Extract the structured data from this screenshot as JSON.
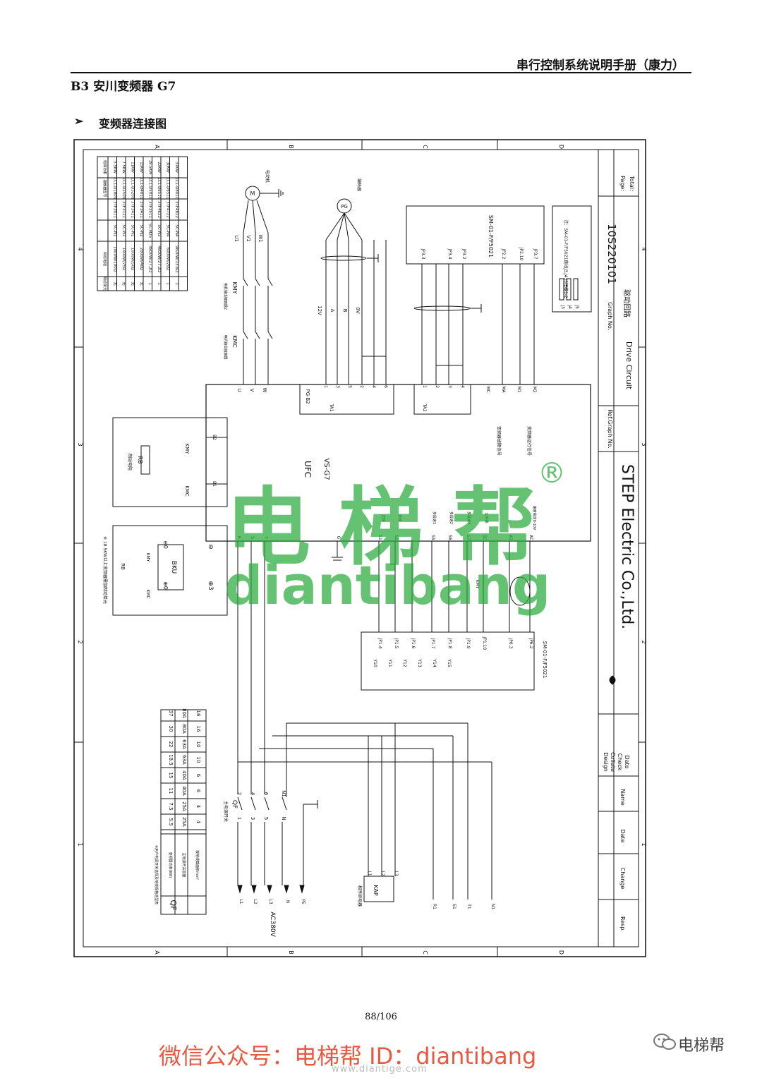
{
  "header": {
    "manual_title": "串行控制系统说明手册（康力）"
  },
  "section": {
    "title": "B3  安川变频器 G7"
  },
  "bullet": {
    "symbol": "➢",
    "text": "变频器连接图"
  },
  "diagram": {
    "zone_letters": [
      "A",
      "B",
      "C",
      "D"
    ],
    "zone_numbers": [
      "4",
      "3",
      "2",
      "1"
    ],
    "inverter": {
      "name": "UFC",
      "model": "VS-G7"
    },
    "terminals_top": [
      "U",
      "V",
      "W"
    ],
    "pg_block": {
      "label": "PG-B2",
      "ta": "TA1",
      "pins": [
        "1",
        "3",
        "5",
        "2",
        "4",
        "6"
      ]
    },
    "ta2_block": {
      "label": "TA2",
      "pins": [
        "1",
        "2",
        "3",
        "4"
      ]
    },
    "fault_contacts": [
      "MC",
      "MA",
      "M1",
      "M2"
    ],
    "fault_labels": [
      "变频器故障信号",
      "变频器运行信号"
    ],
    "brake_terminals": [
      "B2",
      "B1"
    ],
    "bottom_terminals": [
      "R",
      "S",
      "T",
      "G",
      "S1",
      "S2",
      "S5",
      "S6",
      "S7",
      "SC",
      "A1",
      "AC"
    ],
    "input_labels": [
      "正转",
      "反转",
      "多段速1",
      "多段速2",
      "多段速3",
      "公共端",
      "速度给定0-10V"
    ],
    "motor": {
      "symbol": "M",
      "label": "电动机",
      "leads": [
        "U1",
        "V1",
        "W1"
      ]
    },
    "encoder": {
      "symbol": "PG",
      "label": "编码器",
      "wires": [
        "12V",
        "A",
        "B",
        "0V"
      ]
    },
    "contactors": {
      "kmy": "KMY",
      "kmc": "KMC",
      "kmy_label": "电机输出接触器2",
      "kmc_label": "电机输出接触器"
    },
    "controller_top": {
      "name": "SM-01-F/F5021",
      "pins": [
        "JP3.3",
        "JP3.4",
        "JP3.2",
        "JP2.2",
        "JP2.10",
        "JP3.7"
      ]
    },
    "jumper_note": "注：SM-01-F/F5021跳线J3,J4,J5短接1-2",
    "jumper_labels": [
      "J3",
      "J4",
      "J5"
    ],
    "controller_bottom": {
      "name": "SM-01-F/F5021",
      "pins": [
        "JP1.4",
        "JP1.5",
        "JP1.6",
        "JP1.7",
        "JP1.8",
        "JP1.9",
        "JP1.10",
        "JP6.3",
        "JP6.2"
      ],
      "outputs": [
        "Y10",
        "Y11",
        "Y12",
        "Y13",
        "Y14",
        "Y15"
      ]
    },
    "brake_resistor": {
      "label": "制动电阻",
      "symbol": "RB",
      "kmy": "KMY",
      "kmc": "KMC"
    },
    "brake_unit": {
      "label": "BKU",
      "note": "※  18.5KW以上变频器需加制动单元",
      "rb": "RB",
      "plus0": "⊕0",
      "minus0": "⊖0",
      "minus": "⊖",
      "plus3": "⊕3"
    },
    "kmy_contact": "KMY",
    "main_switch": {
      "label": "QF",
      "title": "主电源开关",
      "top": [
        "2",
        "4",
        "6",
        "N1"
      ],
      "bottom": [
        "1",
        "3",
        "5",
        "N"
      ]
    },
    "supply": {
      "lines": [
        "L1",
        "L2",
        "L3",
        "N",
        "PE"
      ],
      "voltage": "AC380V"
    },
    "phase_relay": {
      "label": "相序继电器",
      "symbol": "KAP",
      "pins": [
        "L1",
        "L2",
        "L3"
      ]
    },
    "power_out": [
      "R1",
      "S1",
      "T1",
      "N1"
    ],
    "spec_table": {
      "headers": [
        "电梯功率",
        "接触器型号",
        "",
        "",
        "制动电阻",
        "制动单元"
      ],
      "rows": [
        [
          "5.5KW",
          "LC1-D1800",
          "3TF3011",
          "SC-N1",
          "1000W/100Ω",
          "无"
        ],
        [
          "7.5KW",
          "LC1-D2500",
          "3TF3111",
          "SC-N1",
          "1000W/75Ω",
          "无"
        ],
        [
          "11KW",
          "LC1-D3200",
          "3TF3411",
          "SC-N1",
          "1000W/50Ω",
          "无"
        ],
        [
          "15KW",
          "LC1-D4011",
          "3TF3411",
          "SC-N2",
          "2000W/40Ω",
          "无"
        ],
        [
          "18.5KW",
          "LC1-D5011",
          "3TF3511",
          "SC-N2S",
          "4800W/27.2Ω",
          "1"
        ],
        [
          "22KW",
          "LC1-D6511",
          "3TF4622",
          "SC-N3",
          "4800W/27.2Ω",
          "1"
        ],
        [
          "30KW",
          "LC1-D6511",
          "3TF4722",
          "SC-N4",
          "6000W/20Ω",
          "1"
        ],
        [
          "37KW",
          "LC1-D8011",
          "3TF4822",
          "SC-N4",
          "9600W/13.6Ω",
          "1"
        ]
      ]
    },
    "qf_table": {
      "title": "※用户电源开关选择及地线规格选型表",
      "label": "QF",
      "row_labels": [
        "变频器功率(KW)",
        "主电源开关容量",
        "接地线截面积mm²"
      ],
      "power": [
        "5.5",
        "7.5",
        "11",
        "15",
        "18.5",
        "22",
        "30",
        "37"
      ],
      "breaker": [
        "25A",
        "25A",
        "40A",
        "40A",
        "63A",
        "63A",
        "80A",
        "80A"
      ],
      "wire": [
        "4",
        "4",
        "6",
        "6",
        "10",
        "10",
        "16",
        "16"
      ]
    },
    "title_block": {
      "page_label": "Page:",
      "total_label": "Total:",
      "graph_no": "10S220101",
      "graph_no_label": "Graph No.",
      "title_cn": "驱动回路",
      "title_en": "Drive Circuit",
      "ref_label": "Ref.Graph No.",
      "company": "STEP Electric Co.,Ltd.",
      "design_labels": [
        "Design",
        "Collate",
        "Check",
        "Date"
      ],
      "rev_labels": [
        "Name",
        "Date",
        "Change",
        "Resp."
      ]
    }
  },
  "watermark": {
    "cn": "电梯帮",
    "en": "diantibang",
    "reg": "®"
  },
  "page": {
    "number": "88/106"
  },
  "footer": {
    "text": "微信公众号：电梯帮    ID：diantibang",
    "site": "www.diantige.com",
    "wechat_name": "电梯帮"
  }
}
